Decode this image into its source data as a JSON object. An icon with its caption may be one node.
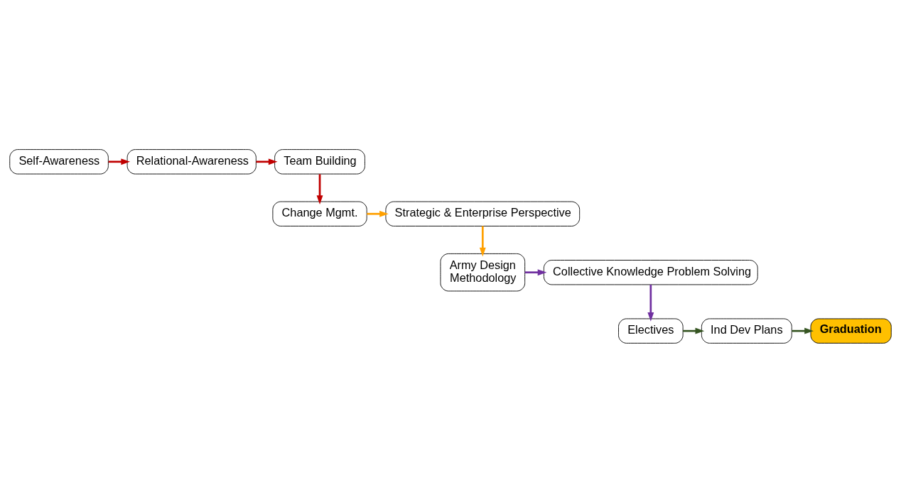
{
  "diagram": {
    "nodes": [
      {
        "text": [
          "Self-Awareness"
        ]
      },
      {
        "text": [
          "Relational-Awareness"
        ]
      },
      {
        "text": [
          "Team Building"
        ]
      },
      {
        "text": [
          "Change Mgmt."
        ]
      },
      {
        "text": [
          "Strategic & Enterprise Perspective"
        ]
      },
      {
        "text": [
          "Army Design Methodology"
        ]
      },
      {
        "text": [
          "Collective Knowledge Problem Solving"
        ]
      },
      {
        "text": [
          "Electives"
        ]
      },
      {
        "text": [
          "Ind Dev Plans"
        ]
      },
      {
        "text": [
          "Graduation"
        ]
      }
    ],
    "edges": [
      {
        "from": 0,
        "to": 1,
        "arrow": "to",
        "color": "#c00000"
      },
      {
        "from": 1,
        "to": 2,
        "arrow": "to",
        "color": "#c00000"
      },
      {
        "from": 2,
        "to": 3,
        "arrow": "to",
        "color": "#c00000"
      },
      {
        "from": 3,
        "to": 4,
        "arrow": "to",
        "color": "#ffa000"
      },
      {
        "from": 4,
        "to": 5,
        "arrow": "to",
        "color": "#ffa000"
      },
      {
        "from": 5,
        "to": 6,
        "arrow": "to",
        "color": "#7030a0"
      },
      {
        "from": 6,
        "to": 7,
        "arrow": "to",
        "color": "#7030a0"
      },
      {
        "from": 7,
        "to": 8,
        "arrow": "to",
        "color": "#375623"
      },
      {
        "from": 8,
        "to": 9,
        "arrow": "to",
        "color": "#375623"
      }
    ]
  }
}
